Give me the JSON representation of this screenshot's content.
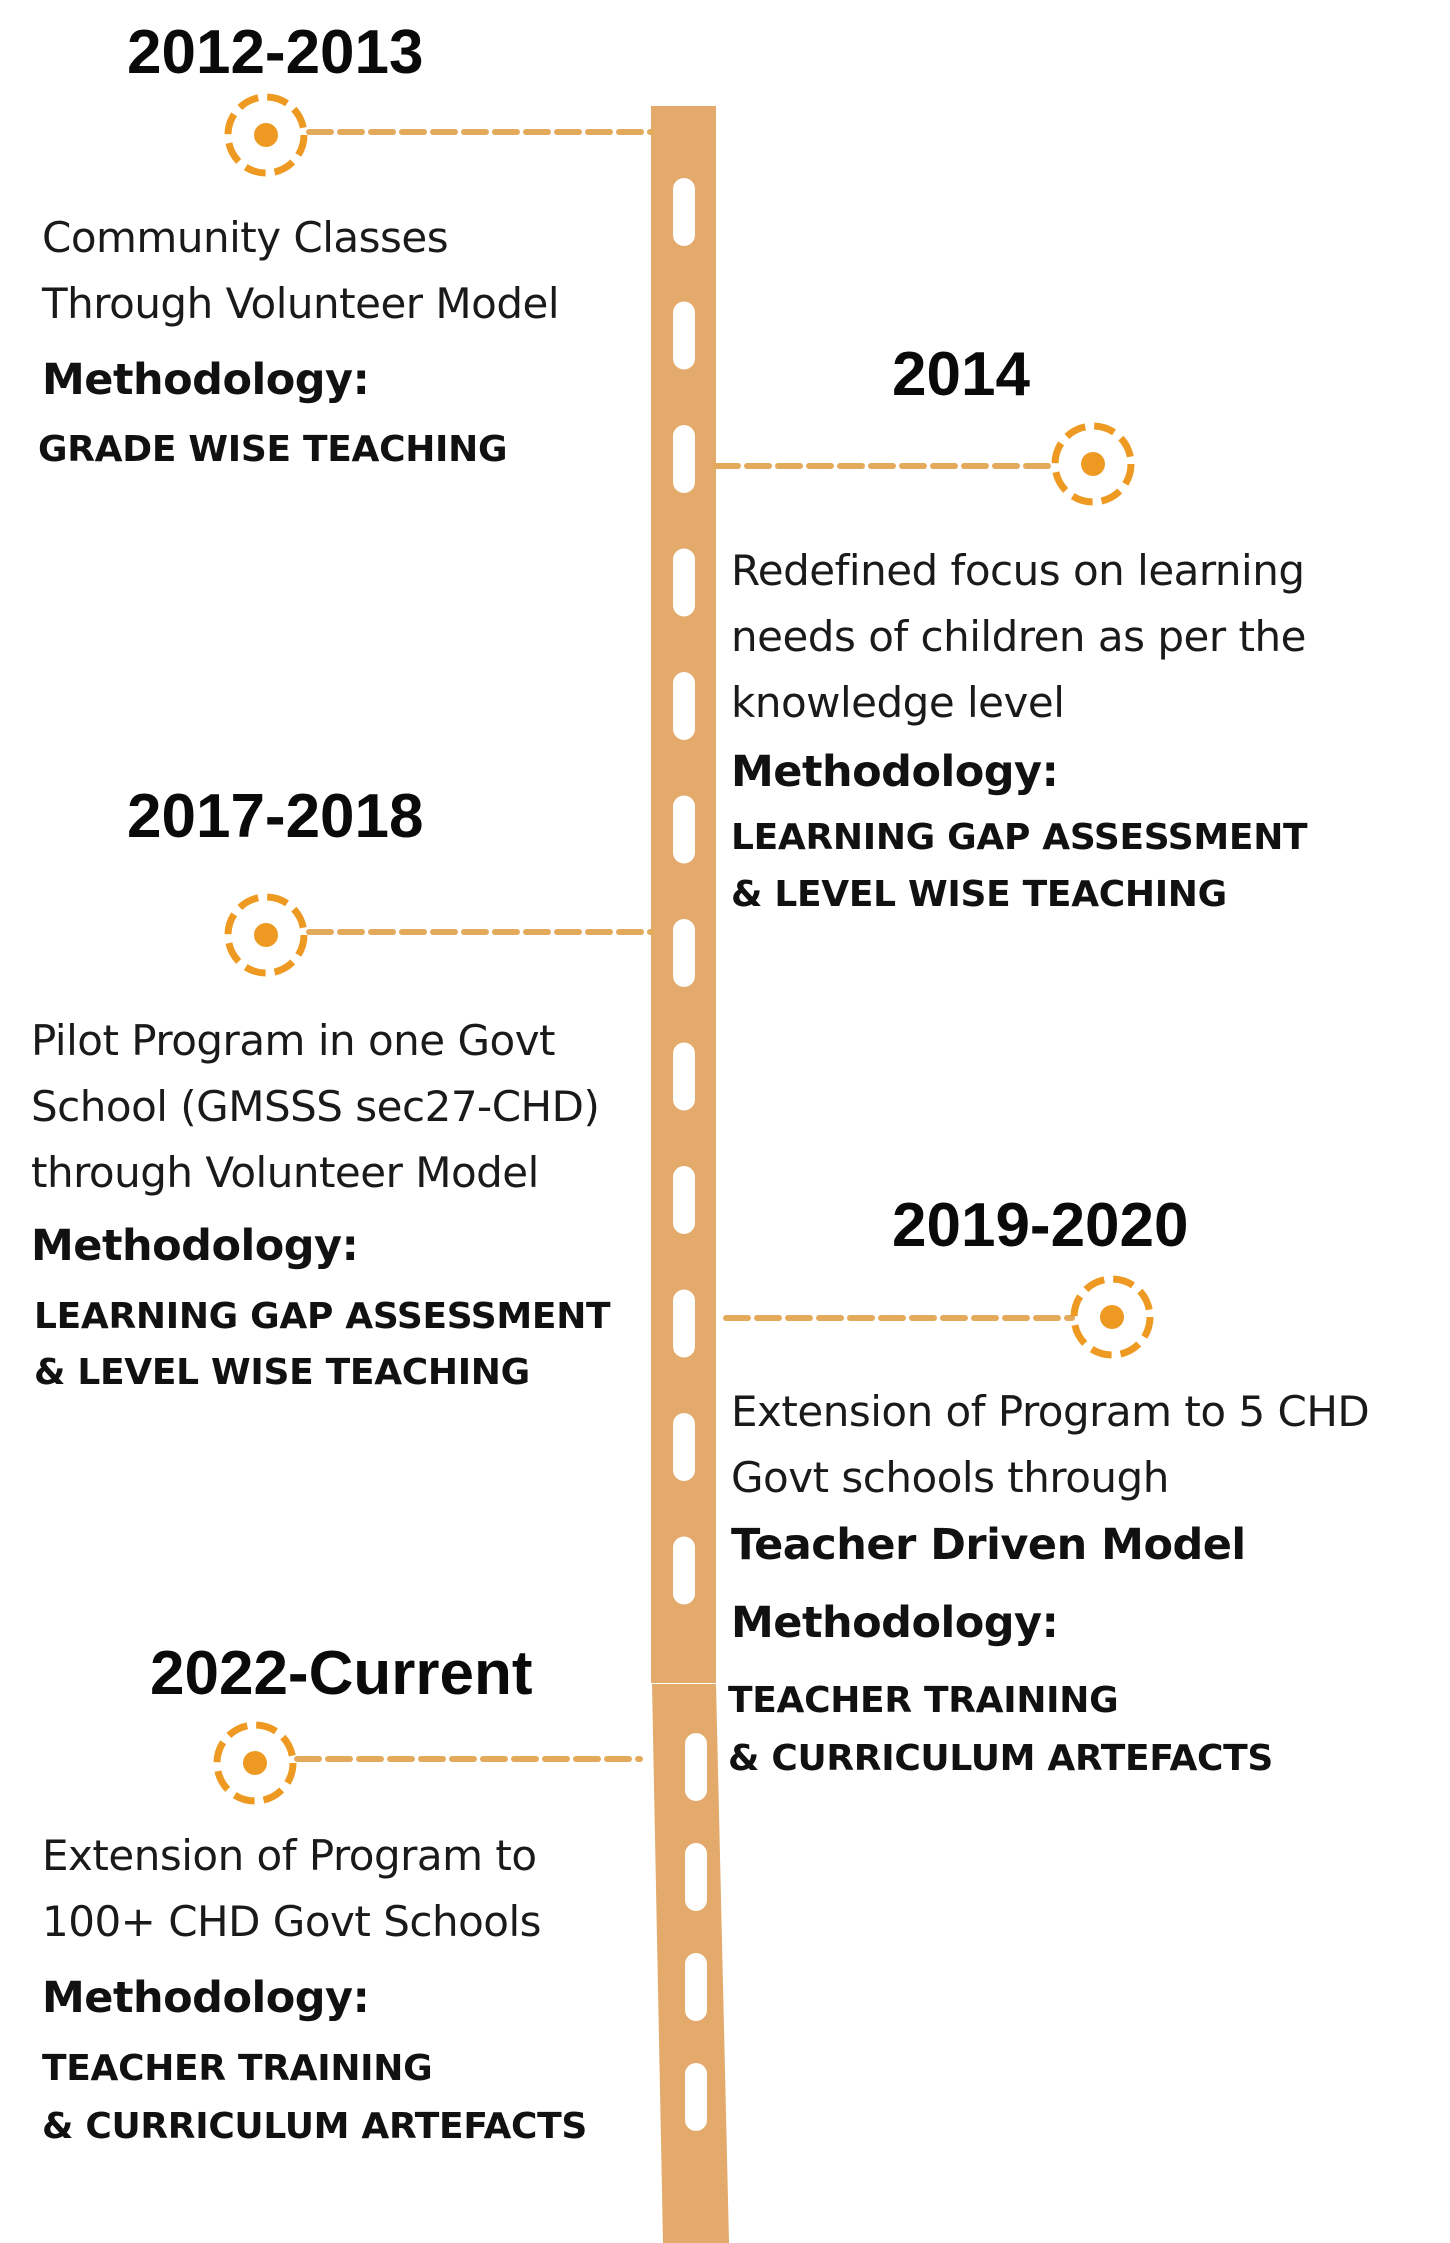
{
  "colors": {
    "road": "#E3AA6C",
    "marker": "#EE9A22",
    "connector": "#E3AA5C",
    "slot": "#FFFFFF"
  },
  "milestones": [
    {
      "year": "2012-2013",
      "lines": [
        "Community Classes",
        "Through Volunteer Model"
      ],
      "methodology_label": "Methodology:",
      "methodology": [
        "GRADE WISE TEACHING"
      ]
    },
    {
      "year": "2014",
      "lines": [
        "Redefined focus on learning",
        "needs of children as per the",
        "knowledge level"
      ],
      "methodology_label": "Methodology:",
      "methodology": [
        "LEARNING GAP ASSESSMENT",
        "& LEVEL WISE TEACHING"
      ]
    },
    {
      "year": "2017-2018",
      "lines": [
        "Pilot Program in one Govt",
        "School (GMSSS sec27-CHD)",
        "through Volunteer Model"
      ],
      "methodology_label": "Methodology:",
      "methodology": [
        "LEARNING GAP ASSESSMENT",
        "& LEVEL WISE TEACHING"
      ]
    },
    {
      "year": "2019-2020",
      "lines": [
        "Extension of Program to 5 CHD",
        "Govt schools through"
      ],
      "highlight": "Teacher Driven Model",
      "methodology_label": "Methodology:",
      "methodology": [
        "TEACHER TRAINING",
        "& CURRICULUM ARTEFACTS"
      ]
    },
    {
      "year": "2022-Current",
      "lines": [
        "Extension of Program to",
        "100+ CHD Govt Schools"
      ],
      "methodology_label": "Methodology:",
      "methodology": [
        "TEACHER TRAINING",
        "& CURRICULUM ARTEFACTS"
      ]
    }
  ]
}
